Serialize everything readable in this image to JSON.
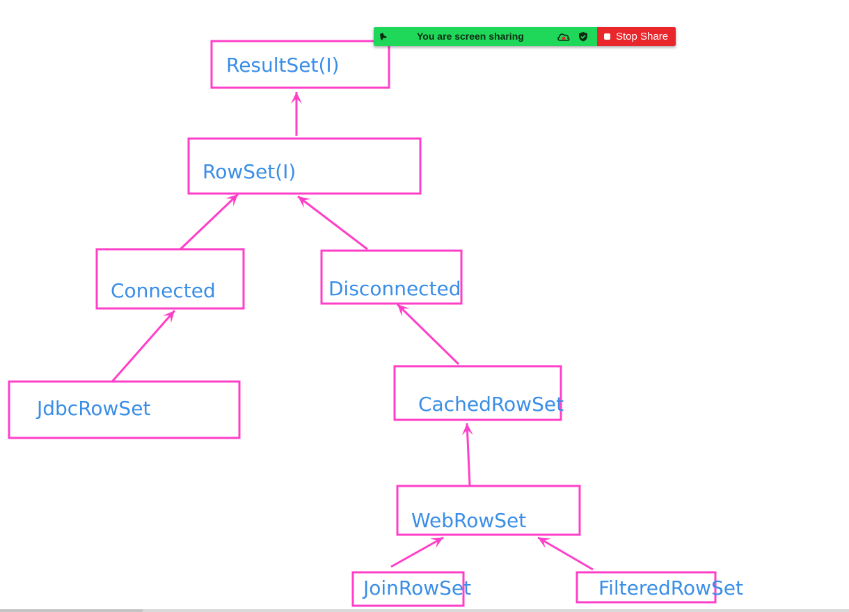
{
  "diagram": {
    "nodes": [
      {
        "id": "resultset",
        "label": "ResultSet(I)"
      },
      {
        "id": "rowset",
        "label": "RowSet(I)"
      },
      {
        "id": "connected",
        "label": "Connected"
      },
      {
        "id": "disconnected",
        "label": "Disconnected"
      },
      {
        "id": "jdbcrowset",
        "label": "JdbcRowSet"
      },
      {
        "id": "cachedrowset",
        "label": "CachedRowSet"
      },
      {
        "id": "webrowset",
        "label": "WebRowSet"
      },
      {
        "id": "joinrowset",
        "label": "JoinRowSet"
      },
      {
        "id": "filteredrowset",
        "label": "FilteredRowSet"
      }
    ],
    "edges": [
      {
        "from": "rowset",
        "to": "resultset"
      },
      {
        "from": "connected",
        "to": "rowset"
      },
      {
        "from": "disconnected",
        "to": "rowset"
      },
      {
        "from": "jdbcrowset",
        "to": "connected"
      },
      {
        "from": "cachedrowset",
        "to": "disconnected"
      },
      {
        "from": "webrowset",
        "to": "cachedrowset"
      },
      {
        "from": "joinrowset",
        "to": "webrowset"
      },
      {
        "from": "filteredrowset",
        "to": "webrowset"
      }
    ],
    "colors": {
      "box_stroke": "#ff3fc8",
      "label_text": "#3a8ee6",
      "arrow": "#ff3fc8"
    }
  },
  "share_bar": {
    "status_text": "You are screen sharing",
    "stop_label": "Stop Share",
    "icons": [
      "grip-icon",
      "cloud-record-icon",
      "shield-icon",
      "stop-icon"
    ],
    "colors": {
      "status_bg": "#1fd85a",
      "stop_bg": "#e8262b"
    }
  }
}
